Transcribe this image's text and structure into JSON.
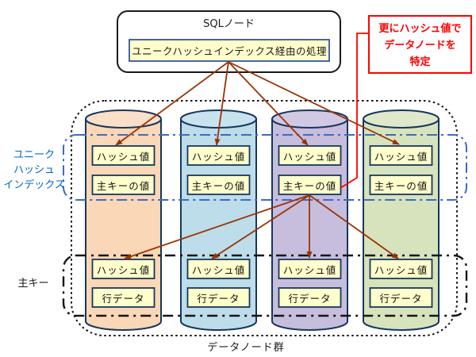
{
  "sql_node": {
    "title": "SQLノード",
    "process_label": "ユニークハッシュインデックス経由の処理"
  },
  "callout": {
    "lines": [
      "更にハッシュ値で",
      "データノードを",
      "特定"
    ]
  },
  "side_labels": {
    "unique_hash_index_lines": [
      "ユニーク",
      "ハッシュ",
      "インデックス"
    ],
    "primary_key": "主キー"
  },
  "footer_label": "データノード群",
  "cylinders": [
    {
      "fill": "#FAD7B6",
      "top_fill": "#FBDFC8",
      "upper": [
        "ハッシュ値",
        "主キーの値"
      ],
      "lower": [
        "ハッシュ値",
        "行データ"
      ]
    },
    {
      "fill": "#BCDDE9",
      "top_fill": "#C9E3EE",
      "upper": [
        "ハッシュ値",
        "主キーの値"
      ],
      "lower": [
        "ハッシュ値",
        "行データ"
      ]
    },
    {
      "fill": "#C7BDDD",
      "top_fill": "#D1C9E3",
      "upper": [
        "ハッシュ値",
        "主キーの値"
      ],
      "lower": [
        "ハッシュ値",
        "行データ"
      ]
    },
    {
      "fill": "#D7E3BC",
      "top_fill": "#DFE8CA",
      "upper": [
        "ハッシュ値",
        "主キーの値"
      ],
      "lower": [
        "ハッシュ値",
        "行データ"
      ]
    }
  ],
  "colors": {
    "cylinder_border": "#17375E",
    "box_fill": "#FFFFCC",
    "inner_box_border": "#31569B",
    "arrow": "#9C3206",
    "callout_red": "#FF0000",
    "index_label_blue": "#0066CC",
    "dashdot_blue": "#3A6BC8",
    "dashdot_black": "#151515",
    "dotted_black": "#111111"
  }
}
